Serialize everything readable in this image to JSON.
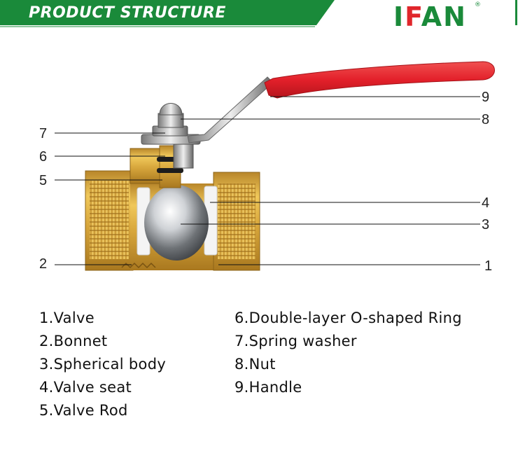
{
  "header": {
    "title": "PRODUCT STRUCTURE",
    "brand": "IFAN",
    "brand_mark": "®"
  },
  "callouts": [
    "1",
    "2",
    "3",
    "4",
    "5",
    "6",
    "7",
    "8",
    "9"
  ],
  "legend": [
    "1.Valve",
    "2.Bonnet",
    "3.Spherical body",
    "4.Valve seat",
    "5.Valve Rod",
    "6.Double-layer O-shaped Ring",
    "7.Spring washer",
    "8.Nut",
    "9.Handle"
  ],
  "colors": {
    "banner": "#1a8a3a",
    "brand_green": "#1a8a3a",
    "brand_red": "#e0262b",
    "handle": "#e3202a",
    "brass": "#d9a93a"
  }
}
